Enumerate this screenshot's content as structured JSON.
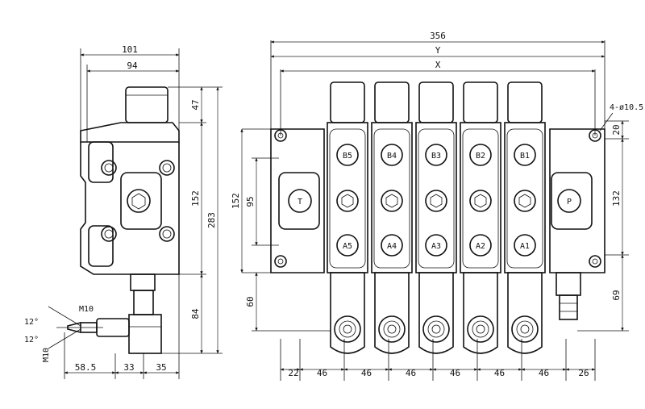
{
  "side_view": {
    "dims": {
      "overall_width": "101",
      "inner_width": "94",
      "top_height": "47",
      "body_height": "152",
      "total_height": "283",
      "bottom_height": "84",
      "bottom_width_left": "58.5",
      "bottom_width_mid": "33",
      "bottom_width_right": "35",
      "thread_top": "M10",
      "thread_side": "M10",
      "angle_top": "12°",
      "angle_bottom": "12°"
    }
  },
  "front_view": {
    "dims": {
      "overall_length": "356",
      "y_length": "Y",
      "x_length": "X",
      "mount_holes": "4-ø10.5",
      "right_top": "20",
      "right_height": "132",
      "right_bottom": "69",
      "left_height": "152",
      "left_mid": "95",
      "left_bottom": "60",
      "pitch_start": "22",
      "pitch_end": "26"
    },
    "pitches": [
      "46",
      "46",
      "46",
      "46",
      "46",
      "46"
    ],
    "ports_top": [
      "B5",
      "B4",
      "B3",
      "B2",
      "B1"
    ],
    "ports_bottom": [
      "A5",
      "A4",
      "A3",
      "A2",
      "A1"
    ],
    "inlet_port": "P",
    "outlet_port": "T"
  }
}
